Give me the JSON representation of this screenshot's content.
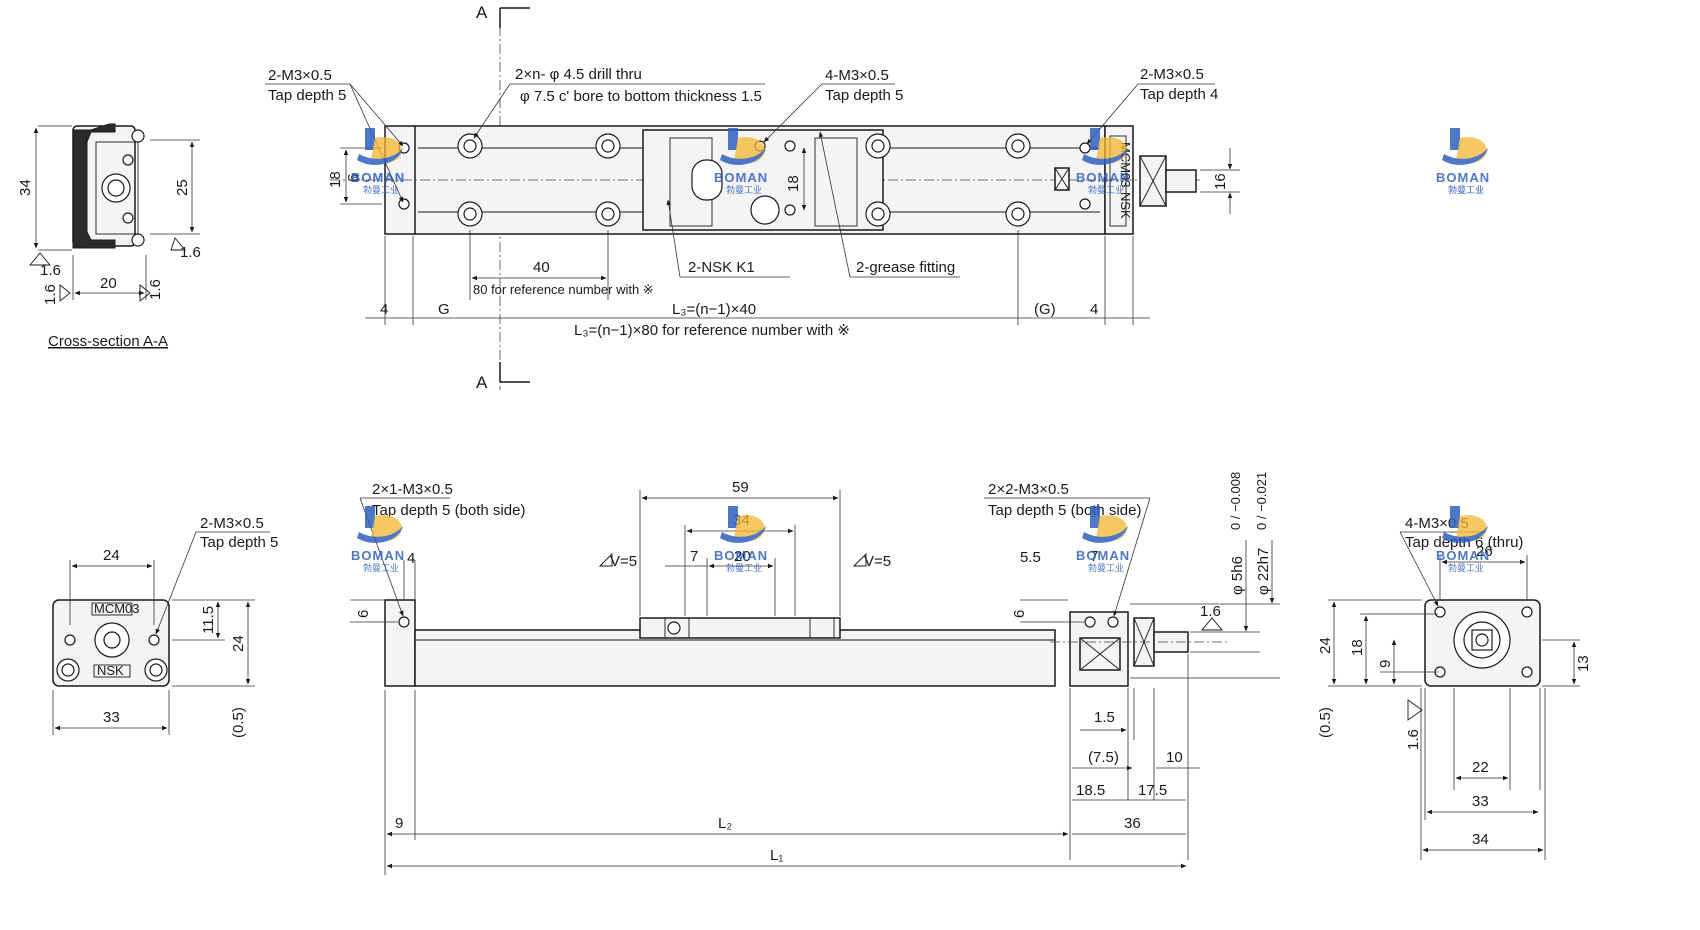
{
  "section_label": "A",
  "cross_section": {
    "title": "Cross-section A-A",
    "dims": {
      "height_total": "34",
      "height_inner": "25",
      "width": "20",
      "rough_a": "1.6",
      "rough_b": "1.6",
      "rough_c": "1.6",
      "rough_d": "1.6"
    }
  },
  "top_view": {
    "callout_left_tap": [
      "2-M3×0.5",
      "Tap depth 5"
    ],
    "callout_drill": [
      "2×n- φ 4.5 drill thru",
      "φ 7.5 c' bore to bottom thickness 1.5"
    ],
    "callout_table_tap": [
      "4-M3×0.5",
      "Tap depth 5"
    ],
    "callout_right_tap": [
      "2-M3×0.5",
      "Tap depth 4"
    ],
    "callout_nsk": "2-NSK   K1",
    "callout_grease": "2-grease fitting",
    "dim_pitch": "40",
    "dim_pitch_note": "80 for reference number with ※",
    "dim_end_left": "4",
    "dim_g_left": "G",
    "dim_l3": "L₃=(n−1)×40",
    "dim_g_right": "(G)",
    "dim_end_right": "4",
    "dim_l3_note": "L₃=(n−1)×80 for reference number with ※",
    "dim_rail_width": "18",
    "dim_rail_inner": "6",
    "dim_table_width": "18",
    "dim_shaft_height": "16",
    "motor_label": "MCM03",
    "nsk_label": "NSK"
  },
  "end_view_left": {
    "callout": [
      "2-M3×0.5",
      "Tap depth 5"
    ],
    "dims": {
      "top": "24",
      "bottom": "33",
      "height": "24",
      "offset": "11.5",
      "gap": "(0.5)"
    },
    "labels": {
      "motor": "MCM03",
      "nsk": "NSK"
    }
  },
  "side_view": {
    "callout_left": [
      "2×1-M3×0.5",
      "Tap depth 5 (both side)"
    ],
    "callout_right": [
      "2×2-M3×0.5",
      "Tap depth 5 (both side)"
    ],
    "dims": {
      "table_len": "59",
      "table_inner": "34",
      "table_20": "20",
      "table_7a": "7",
      "table_7b": "7",
      "v_left": "V=5",
      "v_right": "V=5",
      "end_4": "4",
      "end_6": "6",
      "end_5_5": "5.5",
      "end_6b": "6",
      "shaft_5": "φ 5h6",
      "shaft_5_tol": "0 / −0.008",
      "bore_22": "φ 22h7",
      "bore_22_tol": "0 / −0.021",
      "rough": "1.6",
      "d_1_5": "1.5",
      "d_7_5": "(7.5)",
      "d_10": "10",
      "d_18_5": "18.5",
      "d_17_5": "17.5",
      "d_9": "9",
      "d_l2": "L₂",
      "d_36": "36",
      "d_l1": "L₁"
    }
  },
  "end_view_right": {
    "callout": [
      "4-M3×0.5",
      "Tap depth 6 (thru)"
    ],
    "dims": {
      "top": "26",
      "h24": "24",
      "h18": "18",
      "h9": "9",
      "h13": "13",
      "w22": "22",
      "w33": "33",
      "w34": "34",
      "gap": "(0.5)",
      "rough": "1.6"
    }
  },
  "watermark": {
    "brand": "BOMAN",
    "sub": "勃曼工业"
  },
  "colors": {
    "ink": "#1a1a1a",
    "logo_blue": "#2f5fbf",
    "logo_yellow": "#f2b632"
  }
}
